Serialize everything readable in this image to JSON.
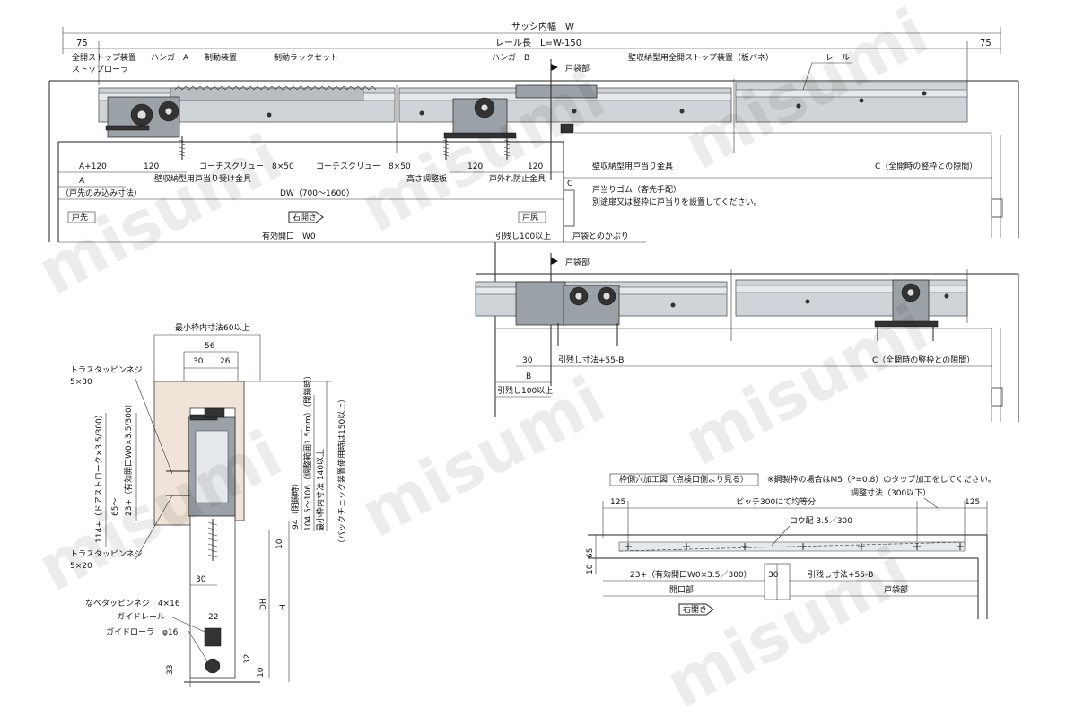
{
  "watermark": "misumi",
  "top_diagram": {
    "sash_width": "サッシ内幅　W",
    "dim_75_left": "75",
    "dim_75_right": "75",
    "rail_length": "レール長　L=W-150",
    "full_stop": "全開ストップ装置",
    "stopper_roller": "ストップローラ",
    "hanger_a": "ハンガーA",
    "brake_device": "制動装置",
    "brake_rack_set": "制動ラックセット",
    "hanger_b": "ハンガーB",
    "door_pocket": "戸袋部",
    "wall_full_stop": "壁収納型用全開ストップ装置（板バネ）",
    "rail": "レール",
    "a_plus_120": "A+120",
    "dim_120a": "120",
    "coach_screw_1": "コーチスクリュー　8×50",
    "coach_screw_2": "コーチスクリュー　8×50",
    "dim_120b": "120",
    "dim_120c": "120",
    "wall_stop_fitting": "壁収納型用戸当り金具",
    "c_gap": "C（全開時の竪枠との隙間）",
    "dim_a": "A",
    "receiver_fitting": "壁収納型用戸当り受け金具",
    "height_adj": "高さ調整板",
    "derail_prevent": "戸外れ防止金具",
    "door_tip_only": "（戸先のみ込み寸法）",
    "dw": "DW（700～1600）",
    "dim_c": "C",
    "rubber": "戸当りゴム（客先手配）",
    "install_note": "別途扉又は竪枠に戸当りを設置してください。",
    "door_front": "戸先",
    "open_right": "右開き",
    "door_back": "戸尻",
    "effective_opening": "有効開口　W0",
    "pull_remain": "引残し100以上",
    "pocket_overlap": "戸袋とのかぶり"
  },
  "mid_diagram": {
    "door_pocket": "戸袋部",
    "dim_30": "30",
    "dim_b": "B",
    "pull_remain_dim": "引残し寸法+55-B",
    "c_gap": "C（全開時の竪枠との隙間）",
    "pull_remain": "引残し100以上"
  },
  "section": {
    "min_frame": "最小枠内寸法60以上",
    "dim_56": "56",
    "dim_30": "30",
    "dim_26": "26",
    "truss_screw_1": "トラスタッピンネジ",
    "truss_screw_1_size": "5×30",
    "door_stroke": "114+（ドアストローク×3.5/300）",
    "effective_opening_v": "23+（有効開口W0×3.5/300）",
    "dim_65": "65～",
    "dim_94": "94（閉鎖時）",
    "range_adj": "104.5～106（調整範囲1.5mm）（閉鎖時）",
    "min_frame_inner": "最小枠内寸法 140以上",
    "back_check": "（バックチェック装置使用時は150以上）",
    "truss_screw_2": "トラスタッピンネジ",
    "truss_screw_2_size": "5×20",
    "dim_30b": "30",
    "dim_10a": "10",
    "dim_dh": "DH",
    "dim_h": "H",
    "pan_screw": "なべタッピンネジ　4×16",
    "guide_rail": "ガイドレール",
    "guide_roller": "ガイドローラ　φ16",
    "dim_22": "22",
    "dim_32": "32",
    "dim_33": "33",
    "dim_10b": "10"
  },
  "frame_holes": {
    "title": "枠側穴加工図（点検口側より見る）",
    "note": "※鋼製枠の場合はM5（P=0.8）のタップ加工をしてください。",
    "dim_125_left": "125",
    "dim_125_right": "125",
    "pitch": "ピッチ300にて均等分",
    "adjust": "調整寸法（300以下）",
    "slope": "コウ配 3.5／300",
    "dim_65": "65",
    "dim_10": "10",
    "effective": "23+（有効開口W0×3.5／300）",
    "dim_30": "30",
    "pull_remain_dim": "引残し寸法+55-B",
    "opening_part": "開口部",
    "pocket_part": "戸袋部",
    "open_right": "右開き"
  }
}
